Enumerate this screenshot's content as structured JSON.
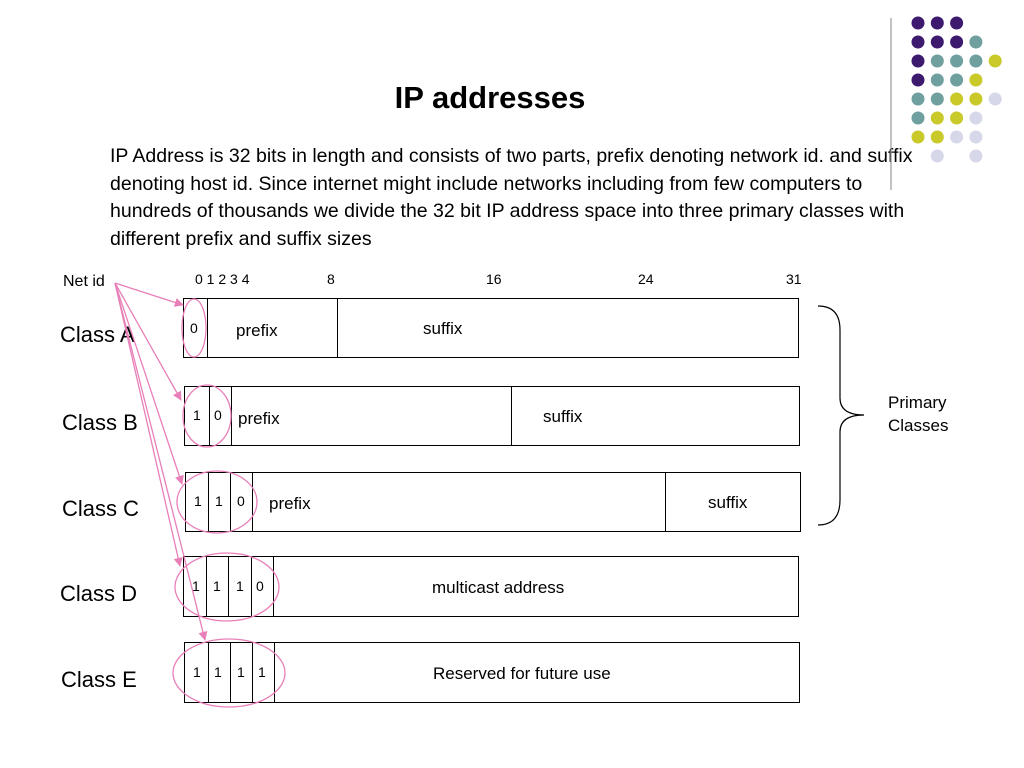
{
  "title": "IP addresses",
  "intro": "IP Address is 32 bits in length and consists of two parts, prefix denoting network id. and suffix denoting host id. Since internet might include networks including from few computers to hundreds of thousands we divide the 32 bit IP address space into three primary classes with different prefix and suffix sizes",
  "net_id_label": "Net id",
  "bit_positions": [
    "0 1 2 3 4",
    "8",
    "16",
    "24",
    "31"
  ],
  "classes": [
    {
      "label": "Class A",
      "bits": [
        "0"
      ],
      "prefix": "prefix",
      "suffix": "suffix"
    },
    {
      "label": "Class B",
      "bits": [
        "1",
        "0"
      ],
      "prefix": "prefix",
      "suffix": "suffix"
    },
    {
      "label": "Class C",
      "bits": [
        "1",
        "1",
        "0"
      ],
      "prefix": "prefix",
      "suffix": "suffix"
    },
    {
      "label": "Class D",
      "bits": [
        "1",
        "1",
        "1",
        "0"
      ],
      "field": "multicast address"
    },
    {
      "label": "Class E",
      "bits": [
        "1",
        "1",
        "1",
        "1"
      ],
      "field": "Reserved for future use"
    }
  ],
  "primary_label": [
    "Primary",
    "Classes"
  ],
  "colors": {
    "purple": "#3d1a6e",
    "teal": "#6f9f9f",
    "yellow": "#c9c92a",
    "lavender": "#d7d7ea",
    "pink": "#e87fb8"
  }
}
